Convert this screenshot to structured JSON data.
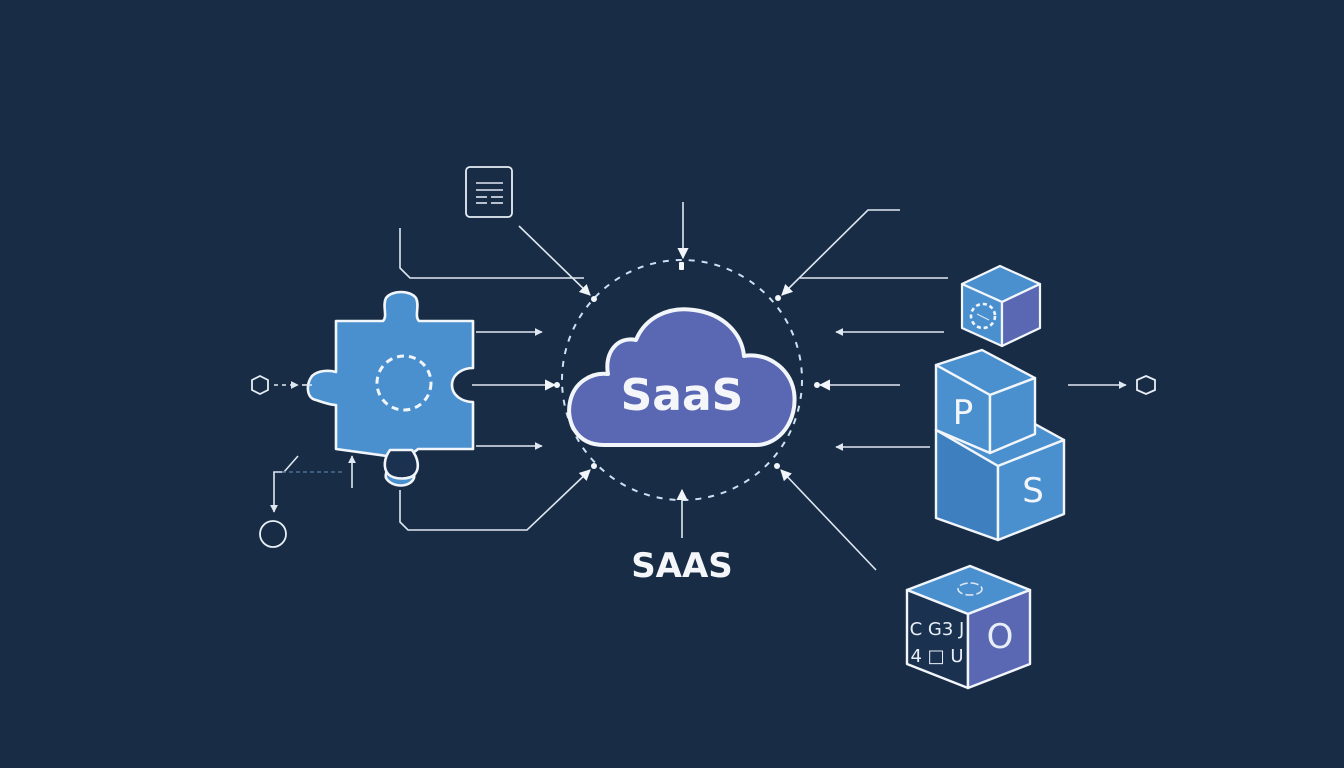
{
  "diagram": {
    "title": "SaaS",
    "caption": "SAAS",
    "colors": {
      "background": "#182d45",
      "line": "#e8eef6",
      "puzzle": "#4a90cf",
      "cloud": "#5a67b3",
      "cube_blue": "#4a90cf",
      "cube_purple": "#5a67b3"
    },
    "nodes": {
      "center": {
        "label": "SaaS",
        "shape": "cloud"
      },
      "left": {
        "shape": "puzzle-piece"
      },
      "document": {
        "icon": "document-icon"
      },
      "right_stack": {
        "cubes": [
          {
            "label": "",
            "icon": "dashed-ring-icon"
          },
          {
            "label": "P"
          },
          {
            "label": "S"
          }
        ]
      },
      "bottom_cube": {
        "front_glyphs": [
          "C G3 J",
          "4 □ U"
        ],
        "side_label": "O"
      }
    },
    "connectors": {
      "left_inputs": [
        "hexagon-node",
        "circle-node"
      ],
      "right_outputs": [
        "hexagon-node"
      ]
    }
  }
}
